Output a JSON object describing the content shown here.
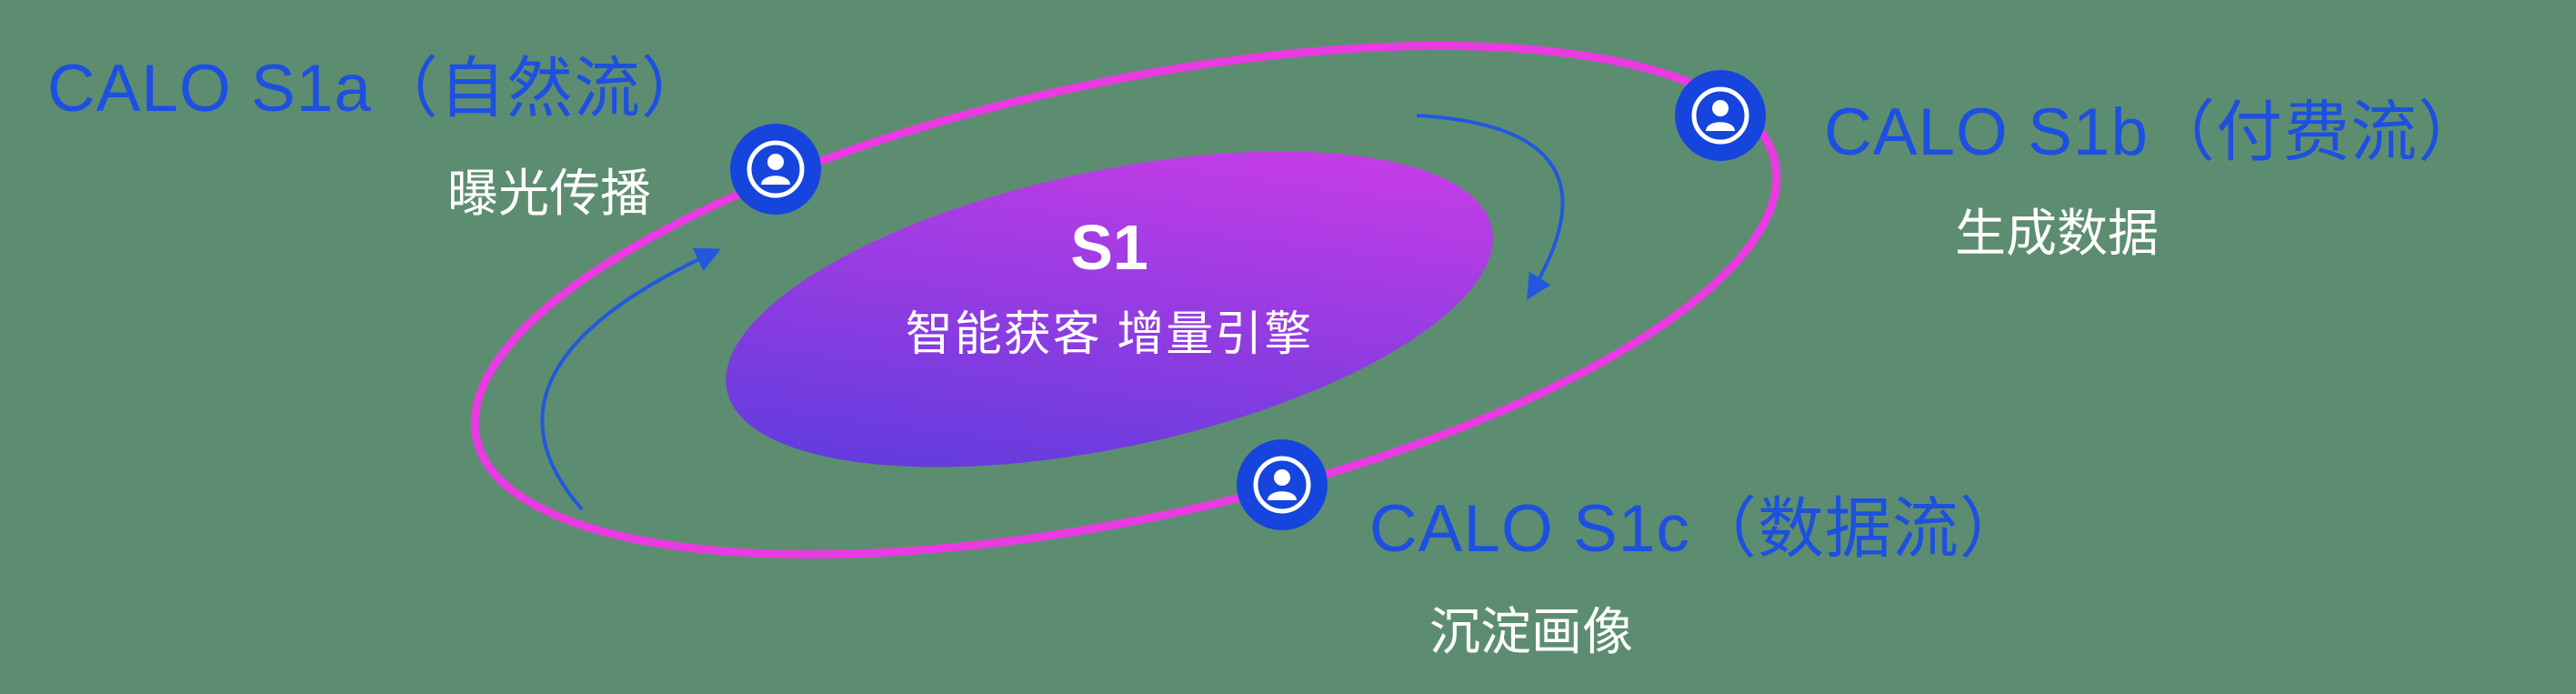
{
  "colors": {
    "background": "#5d8d70",
    "label_blue": "#1d50e0",
    "node_blue": "#1545dd",
    "ring_magenta": "#ea3ae2",
    "arrow_blue": "#2258e0",
    "gradient_from": "#4f3cdc",
    "gradient_to": "#d93ce8",
    "white": "#ffffff"
  },
  "center": {
    "title": "S1",
    "subtitle": "智能获客  增量引擎"
  },
  "nodes": [
    {
      "id": "s1a",
      "label": "CALO S1a（自然流）",
      "subtitle": "曝光传播",
      "icon": "user-icon"
    },
    {
      "id": "s1b",
      "label": "CALO S1b（付费流）",
      "subtitle": "生成数据",
      "icon": "user-icon"
    },
    {
      "id": "s1c",
      "label": "CALO S1c（数据流）",
      "subtitle": "沉淀画像",
      "icon": "user-icon"
    }
  ]
}
